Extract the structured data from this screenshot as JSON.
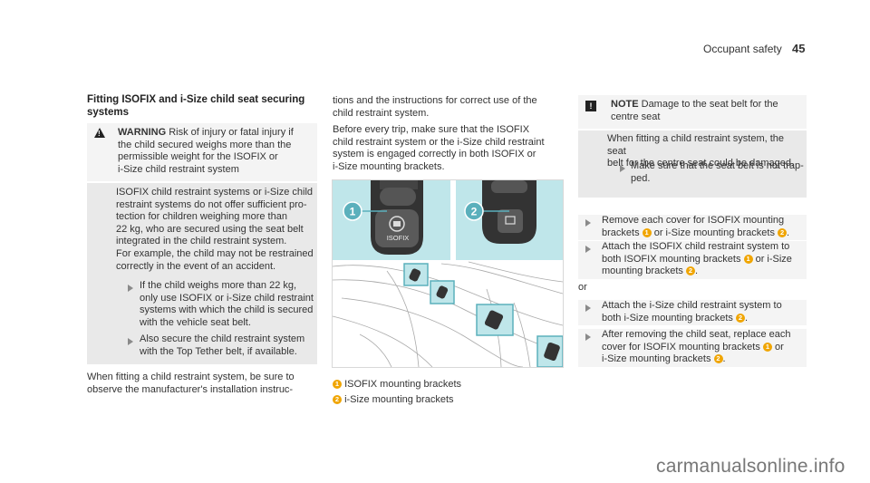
{
  "header": {
    "section": "Occupant safety",
    "page_number": "45"
  },
  "left": {
    "title_lines": [
      "Fitting ISOFIX and i-Size child seat securing",
      "systems"
    ],
    "warning": {
      "label": "WARNING",
      "head_lines": [
        " Risk of injury or fatal injury if",
        "the child secured weighs more than the",
        "permissible weight for the ISOFIX or",
        "i-Size child restraint system"
      ],
      "body_lines": [
        "ISOFIX child restraint systems or i-Size child",
        "restraint systems do not offer sufficient pro-",
        "tection for children weighing more than",
        "22 kg, who are secured using the seat belt",
        "integrated in the child restraint system.",
        "For example, the child may not be restrained",
        "correctly in the event of an accident."
      ],
      "bullet1_lines": [
        "If the child weighs more than 22 kg,",
        "only use ISOFIX or i-Size child restraint",
        "systems with which the child is secured",
        "with the vehicle seat belt."
      ],
      "bullet2_lines": [
        "Also secure the child restraint system",
        "with the Top Tether belt, if available."
      ]
    },
    "para_lines": [
      "When fitting a child restraint system, be sure to",
      "observe the manufacturer's installation instruc-"
    ]
  },
  "middle": {
    "para_lines": [
      "tions and the instructions for correct use of the",
      "child restraint system."
    ],
    "para2_lines": [
      "Before every trip, make sure that the ISOFIX",
      "child restraint system or the i-Size child restraint",
      "system is engaged correctly in both ISOFIX or",
      "i-Size mounting brackets."
    ],
    "figure": {
      "callout1": "1",
      "callout2": "2",
      "button_label": "ISOFIX"
    },
    "legend": [
      {
        "num": "1",
        "text": "ISOFIX mounting brackets"
      },
      {
        "num": "2",
        "text": "i-Size mounting brackets"
      }
    ]
  },
  "right": {
    "note": {
      "label": "NOTE",
      "head_lines": [
        " Damage to the seat belt for the",
        "centre seat"
      ],
      "body_lines": [
        "When fitting a child restraint system, the seat",
        "belt for the centre seat could be damaged."
      ],
      "bullet_lines": [
        "Make sure that the seat belt is not trap-",
        "ped."
      ]
    },
    "steps": {
      "s1_lines": [
        "Remove each cover for ISOFIX mounting",
        "brackets",
        " or i-Size mounting brackets",
        "."
      ],
      "s2_lines": [
        "Attach the ISOFIX child restraint system to",
        "both ISOFIX mounting brackets",
        " or i-Size",
        "mounting brackets",
        "."
      ],
      "or": "or",
      "s3_lines": [
        "Attach the i-Size child restraint system to",
        "both i-Size mounting brackets",
        "."
      ],
      "s4_lines": [
        "After removing the child seat, replace each",
        "cover for ISOFIX mounting brackets",
        " or",
        "i-Size mounting brackets",
        "."
      ],
      "n1": "1",
      "n2": "2"
    }
  },
  "footer": {
    "watermark": "carmanualsonline.info"
  },
  "colors": {
    "callout": "#f0a500",
    "figure_bg": "#bfe6ea",
    "panel": "#e9e9e9"
  },
  "icons": [
    "warning-triangle-icon",
    "note-icon",
    "bullet-arrow-icon"
  ]
}
